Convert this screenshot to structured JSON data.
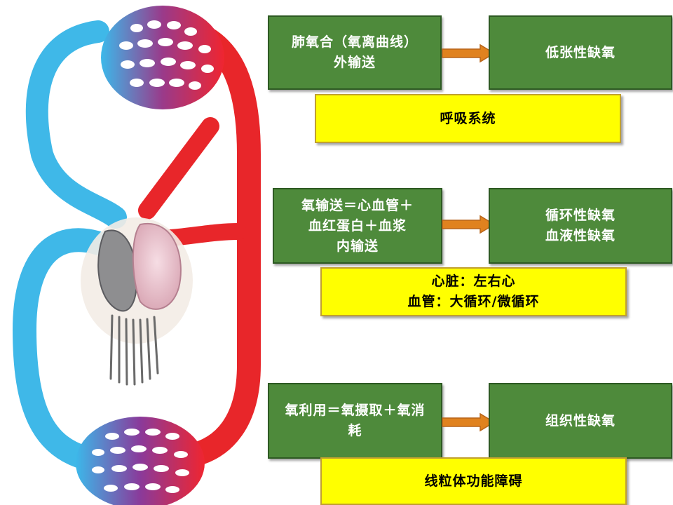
{
  "row1": {
    "left": "肺氧合（氧离曲线）\n外输送",
    "right": "低张性缺氧",
    "note": "呼吸系统"
  },
  "row2": {
    "left": "氧输送＝心血管＋\n血红蛋白＋血浆\n内输送",
    "right": "循环性缺氧\n血液性缺氧",
    "note": "心脏：左右心\n血管：大循环/微循环"
  },
  "row3": {
    "left": "氧利用＝氧摄取＋氧消\n耗",
    "right": "组织性缺氧",
    "note": "线粒体功能障碍"
  },
  "colors": {
    "green_box": "#4e8a3b",
    "yellow_box": "#ffff00",
    "arrow": "#e0821f",
    "artery_red": "#e8262a",
    "vein_blue": "#3fb8e8"
  }
}
